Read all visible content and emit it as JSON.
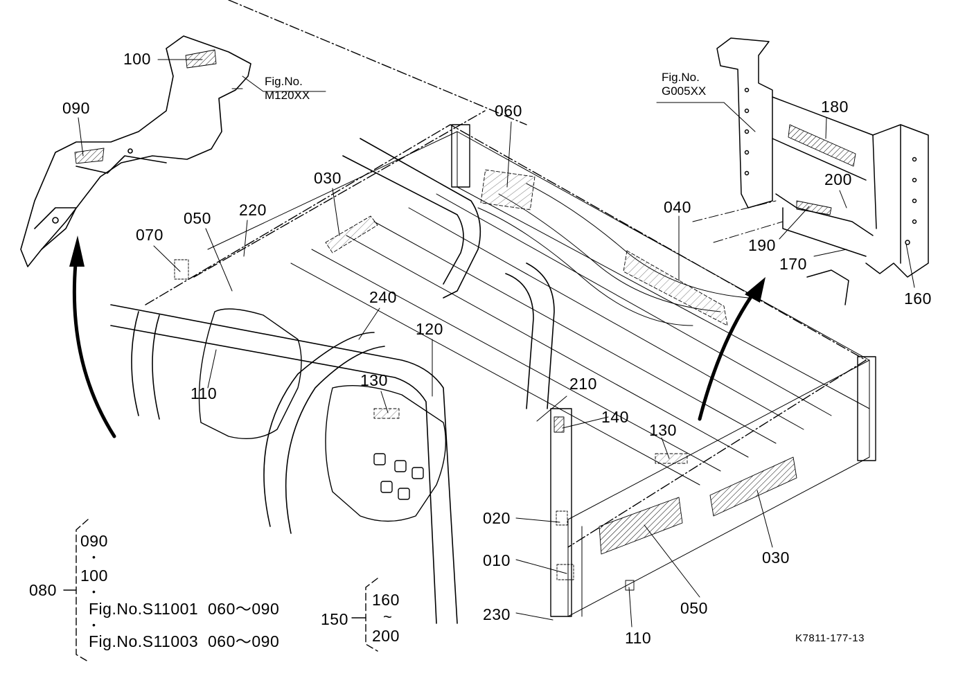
{
  "drawing_code": "K7811-177-13",
  "figure_refs": {
    "m120": {
      "prefix": "Fig.No.",
      "number": "M120XX"
    },
    "g005": {
      "prefix": "Fig.No.",
      "number": "G005XX"
    }
  },
  "callouts": {
    "c100": "100",
    "c090": "090",
    "c060": "060",
    "c030_top": "030",
    "c040": "040",
    "c050_top": "050",
    "c220": "220",
    "c070": "070",
    "c240": "240",
    "c120": "120",
    "c110_left": "110",
    "c130_mid": "130",
    "c210": "210",
    "c140": "140",
    "c130_right": "130",
    "c180": "180",
    "c200": "200",
    "c190": "190",
    "c170": "170",
    "c160": "160",
    "c020": "020",
    "c010": "010",
    "c230": "230",
    "c110_bottom": "110",
    "c050_bottom": "050",
    "c030_bottom": "030"
  },
  "kit_080": {
    "label": "080",
    "items": [
      "090",
      "100",
      "Fig.No.S11001  060～090",
      "Fig.No.S11003  060～090"
    ]
  },
  "kit_150": {
    "label": "150",
    "from": "160",
    "sep": "~",
    "to": "200"
  }
}
